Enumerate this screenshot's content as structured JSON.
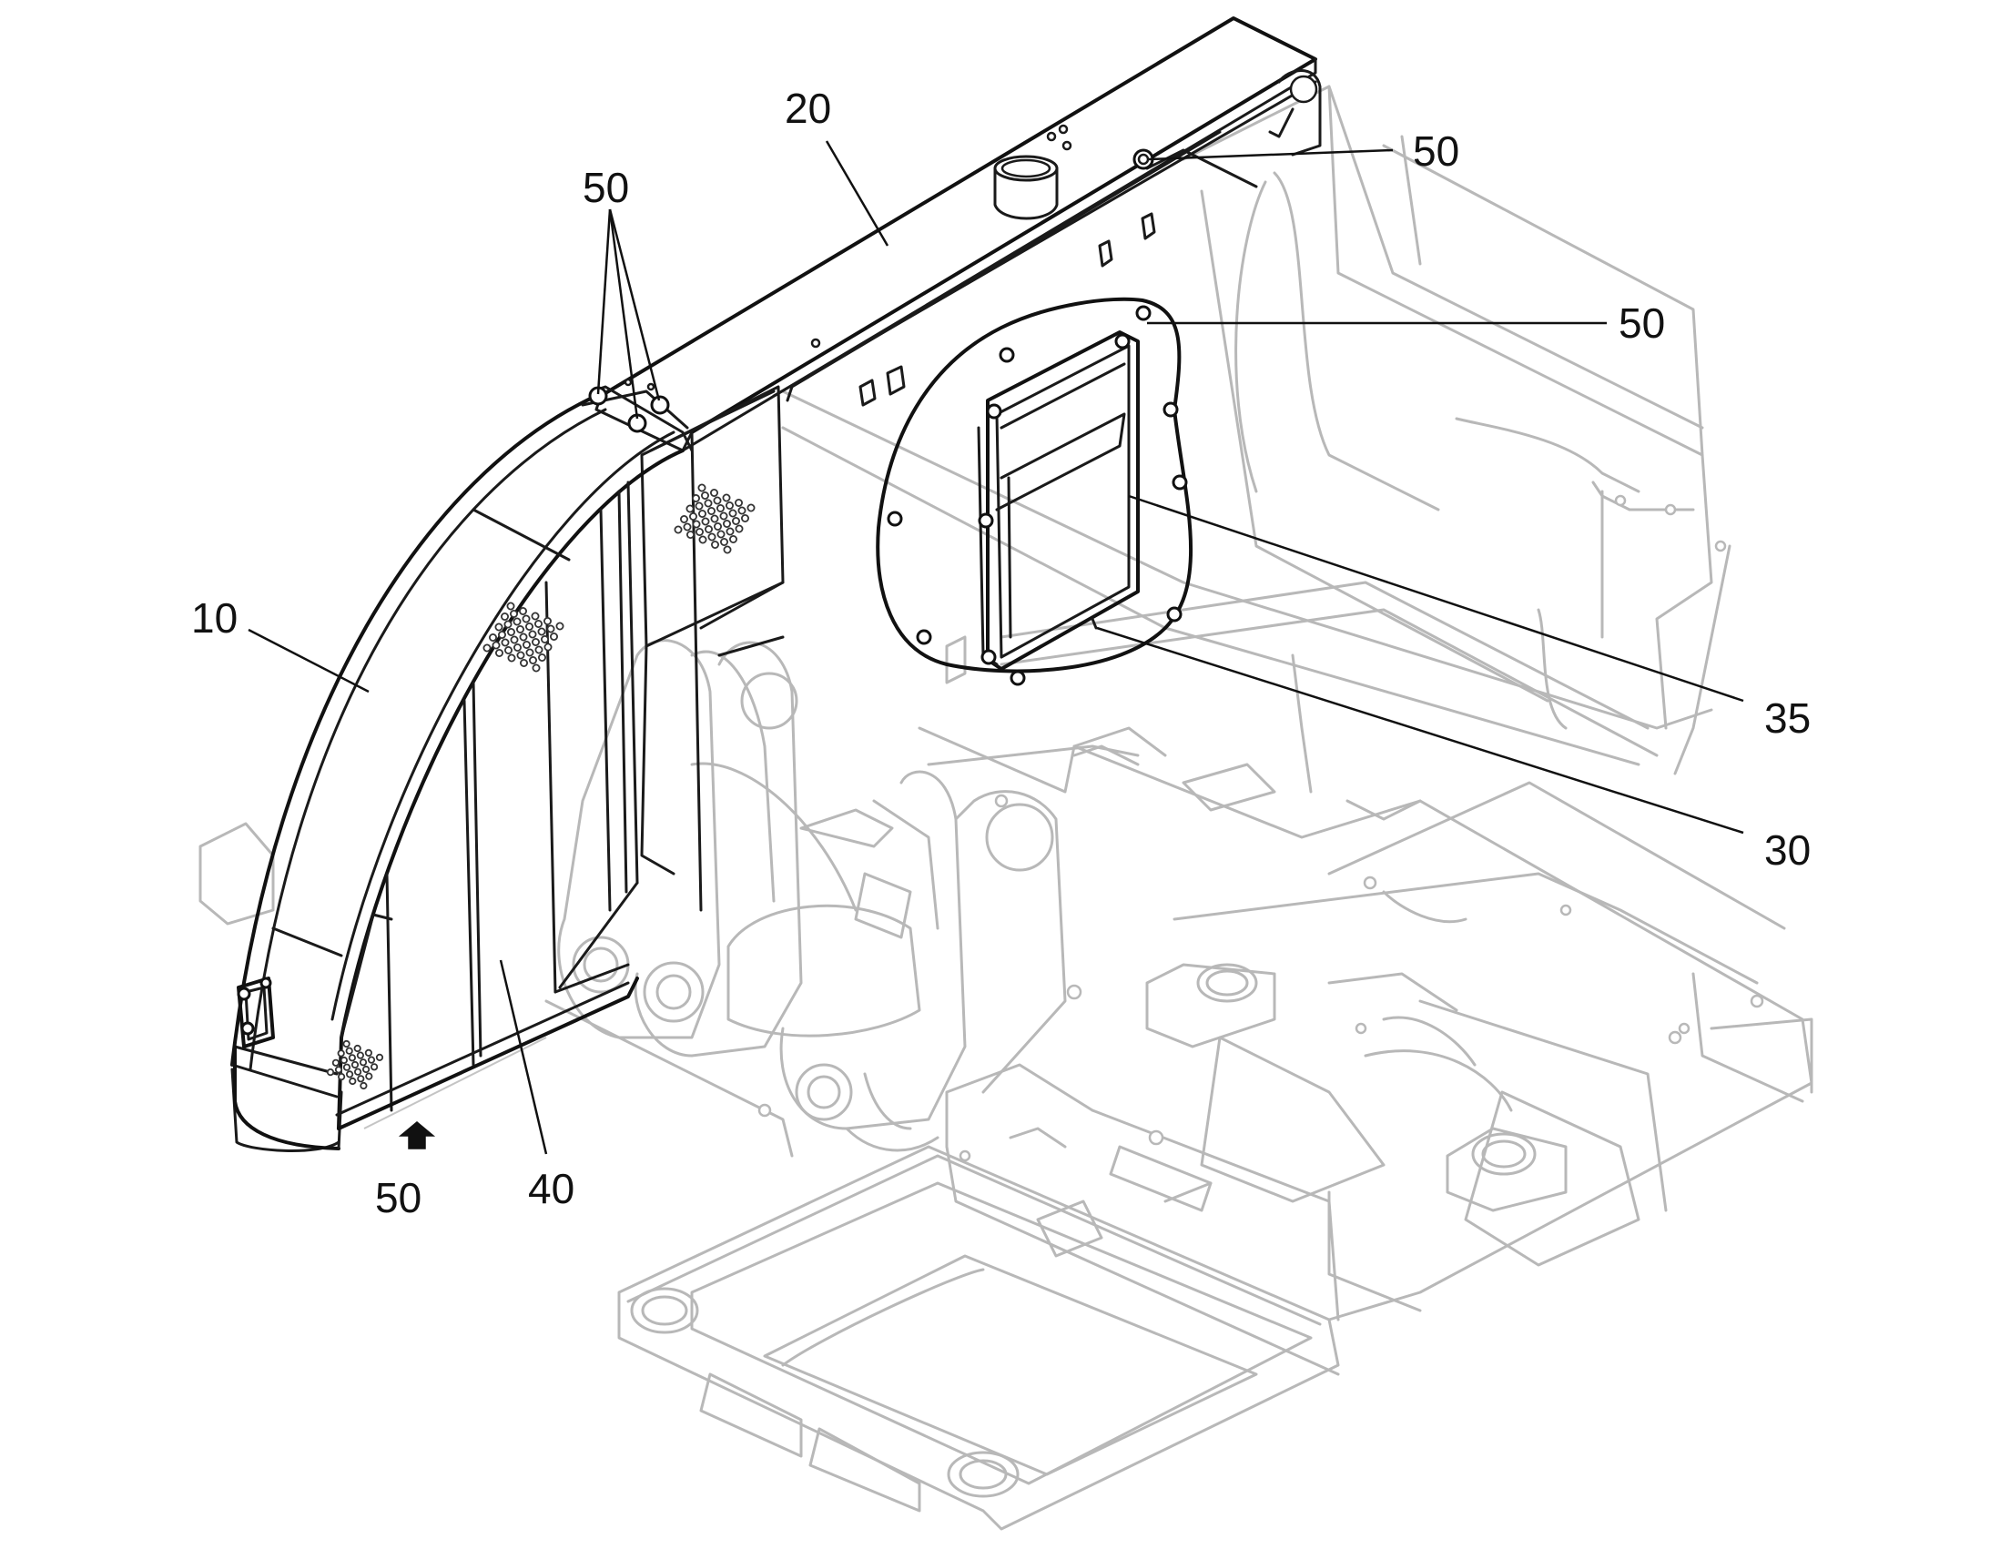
{
  "callouts": {
    "c10": "10",
    "c20": "20",
    "c30": "30",
    "c35": "35",
    "c40": "40",
    "c50_top_left": "50",
    "c50_top_right": "50",
    "c50_panel": "50",
    "c50_bottom": "50"
  },
  "colors": {
    "ink": "#1a1a1a",
    "ghost_frame": "#b8b8b8",
    "background": "#ffffff"
  }
}
